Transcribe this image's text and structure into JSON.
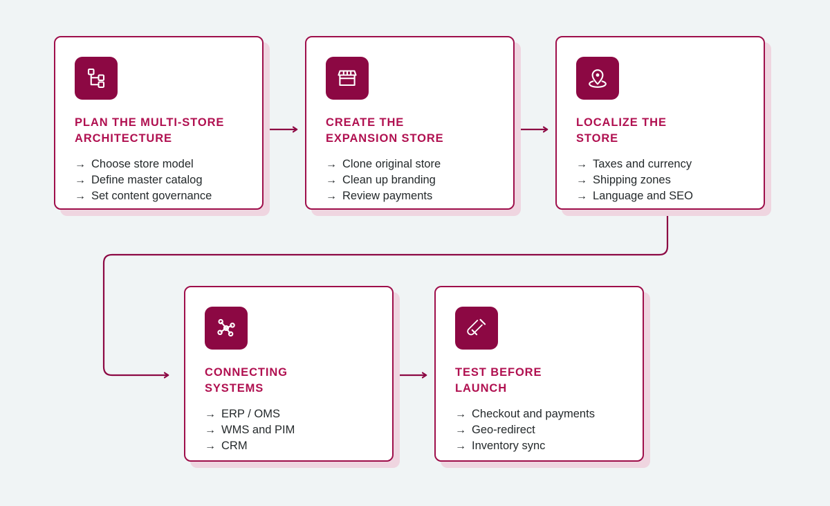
{
  "theme": {
    "background": "#f0f4f5",
    "card_bg": "#ffffff",
    "card_border": "#9e0e4a",
    "card_shadow": "#efd5e0",
    "icon_badge_bg": "#8c0843",
    "icon_glyph": "#ffffff",
    "title_color": "#b01050",
    "body_color": "#24292b",
    "connector_color": "#8c0843"
  },
  "diagram": {
    "type": "flowchart",
    "orientation": "two-row snake",
    "step_count": 5,
    "bullet_marker": "→"
  },
  "cards": [
    {
      "id": "plan",
      "index": 1,
      "icon": "sitemap-hierarchy-icon",
      "title": "PLAN THE MULTI-STORE\nARCHITECTURE",
      "bullets": [
        "Choose store model",
        "Define master catalog",
        "Set content governance"
      ]
    },
    {
      "id": "create",
      "index": 2,
      "icon": "storefront-icon",
      "title": "CREATE THE\nEXPANSION STORE",
      "bullets": [
        "Clone original store",
        "Clean up branding",
        "Review payments"
      ]
    },
    {
      "id": "localize",
      "index": 3,
      "icon": "map-pin-location-icon",
      "title": "LOCALIZE THE\nSTORE",
      "bullets": [
        "Taxes and currency",
        "Shipping zones",
        "Language and SEO"
      ]
    },
    {
      "id": "connecting",
      "index": 4,
      "icon": "network-nodes-icon",
      "title": "CONNECTING\nSYSTEMS",
      "bullets": [
        "ERP / OMS",
        "WMS and PIM",
        "CRM"
      ]
    },
    {
      "id": "test",
      "index": 5,
      "icon": "test-tube-icon",
      "title": "TEST BEFORE\nLAUNCH",
      "bullets": [
        "Checkout and payments",
        "Geo-redirect",
        "Inventory sync"
      ]
    }
  ],
  "connectors": [
    {
      "id": "plan-to-create",
      "from": "plan",
      "to": "create",
      "style": "straight-arrow-right"
    },
    {
      "id": "create-to-localize",
      "from": "create",
      "to": "localize",
      "style": "straight-arrow-right"
    },
    {
      "id": "localize-to-connecting",
      "from": "localize",
      "to": "connecting",
      "style": "elbow-wrap-down-left"
    },
    {
      "id": "connecting-to-test",
      "from": "connecting",
      "to": "test",
      "style": "straight-arrow-right"
    }
  ]
}
